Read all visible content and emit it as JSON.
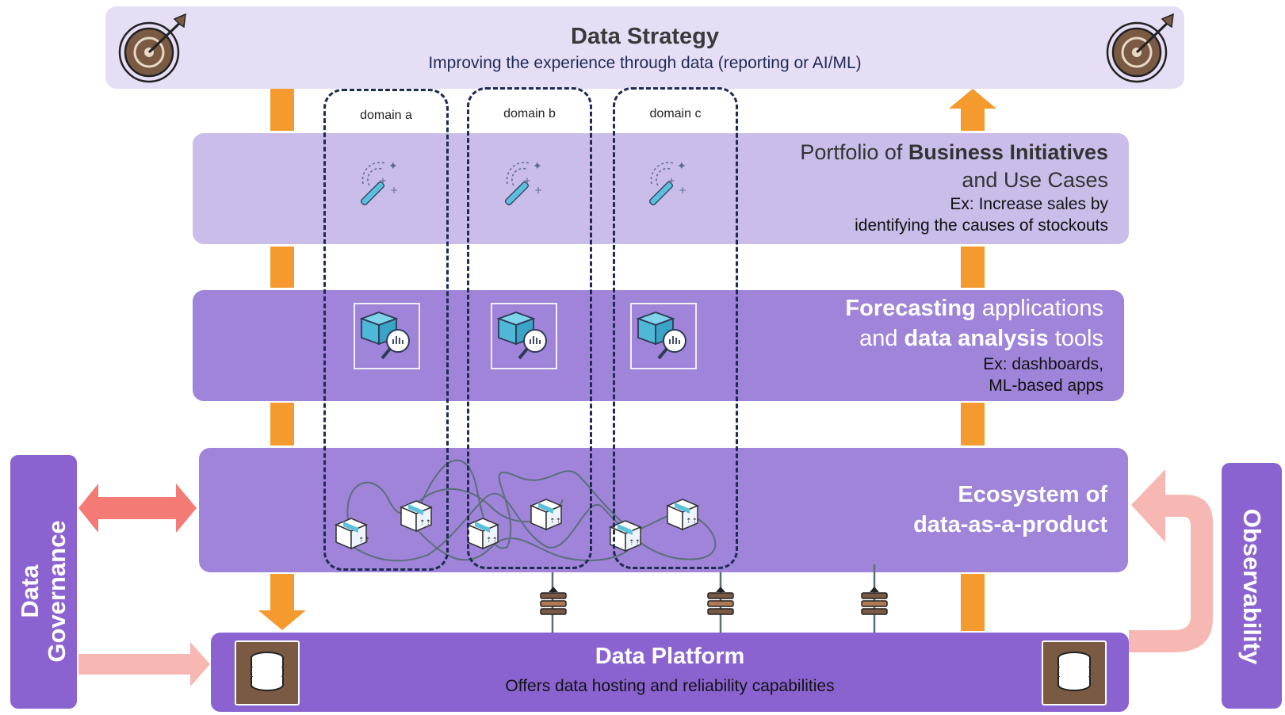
{
  "strategy": {
    "title": "Data Strategy",
    "subtitle": "Improving the experience through data (reporting or AI/ML)"
  },
  "portfolio": {
    "prefix": "Portfolio of ",
    "bold": "Business Initiatives",
    "line2": "and Use Cases",
    "ex_line1": "Ex:  Increase sales by",
    "ex_line2": "identifying the causes of stockouts"
  },
  "forecasting": {
    "bold1": "Forecasting",
    "rest1": " applications",
    "pre2": "and ",
    "bold2": "data analysis",
    "rest2": " tools",
    "ex_line1": "Ex: dashboards,",
    "ex_line2": "ML-based apps"
  },
  "ecosystem": {
    "line1": "Ecosystem of",
    "line2": "data-as-a-product"
  },
  "platform": {
    "title": "Data Platform",
    "subtitle": "Offers data hosting and reliability capabilities"
  },
  "governance": {
    "line1": "Data",
    "line2": "Governance"
  },
  "observability": {
    "label": "Observability"
  },
  "domains": [
    {
      "label": "domain a"
    },
    {
      "label": "domain b"
    },
    {
      "label": "domain c"
    }
  ],
  "colors": {
    "orange_arrow": "#f49a2e",
    "red_arrow": "#f47a76",
    "pink_arrow": "#f7b8b4",
    "purple_dark": "#8a63d0",
    "purple_mid": "#9f84d9",
    "purple_light": "#cbbde9",
    "lavender": "#e6def5",
    "navy_dash": "#1e2b52"
  },
  "icons": [
    "target-icon",
    "magic-wand-icon",
    "cube-analytics-icon",
    "package-icon",
    "connector-icon",
    "database-icon"
  ]
}
